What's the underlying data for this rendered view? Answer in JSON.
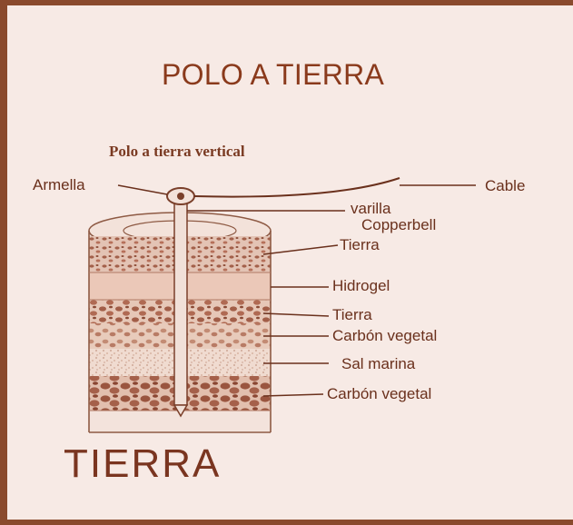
{
  "title": "POLO A TIERRA",
  "subtitle": "Polo a tierra vertical",
  "labels": {
    "armella": "Armella",
    "cable": "Cable",
    "varilla": "varilla",
    "copperbell": "Copperbell",
    "tierra_top": "Tierra",
    "hidrogel": "Hidrogel",
    "tierra_mid": "Tierra",
    "carbon_1": "Carbón vegetal",
    "sal_marina": "Sal marina",
    "carbon_2": "Carbón vegetal"
  },
  "footer_label": "TIERRA",
  "colors": {
    "frame": "#8a4a2d",
    "background": "#f6e9e4",
    "ink": "#6a301c",
    "title": "#8a3a1c"
  }
}
